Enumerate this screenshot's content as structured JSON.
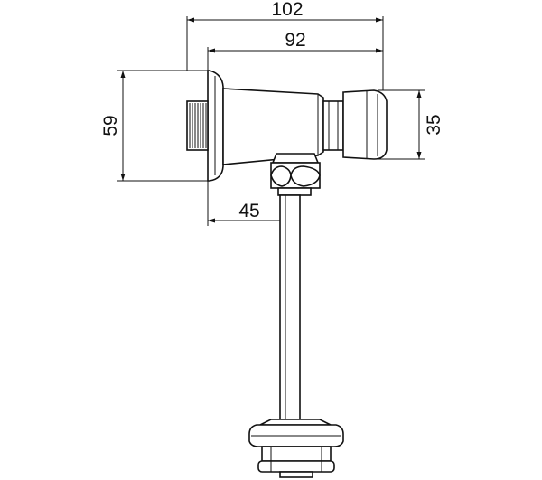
{
  "dimensions": {
    "overall_length": "102",
    "body_length": "92",
    "outlet_offset": "45",
    "flange_height": "59",
    "cap_height": "35"
  },
  "colors": {
    "line": "#111111",
    "background": "#ffffff"
  }
}
